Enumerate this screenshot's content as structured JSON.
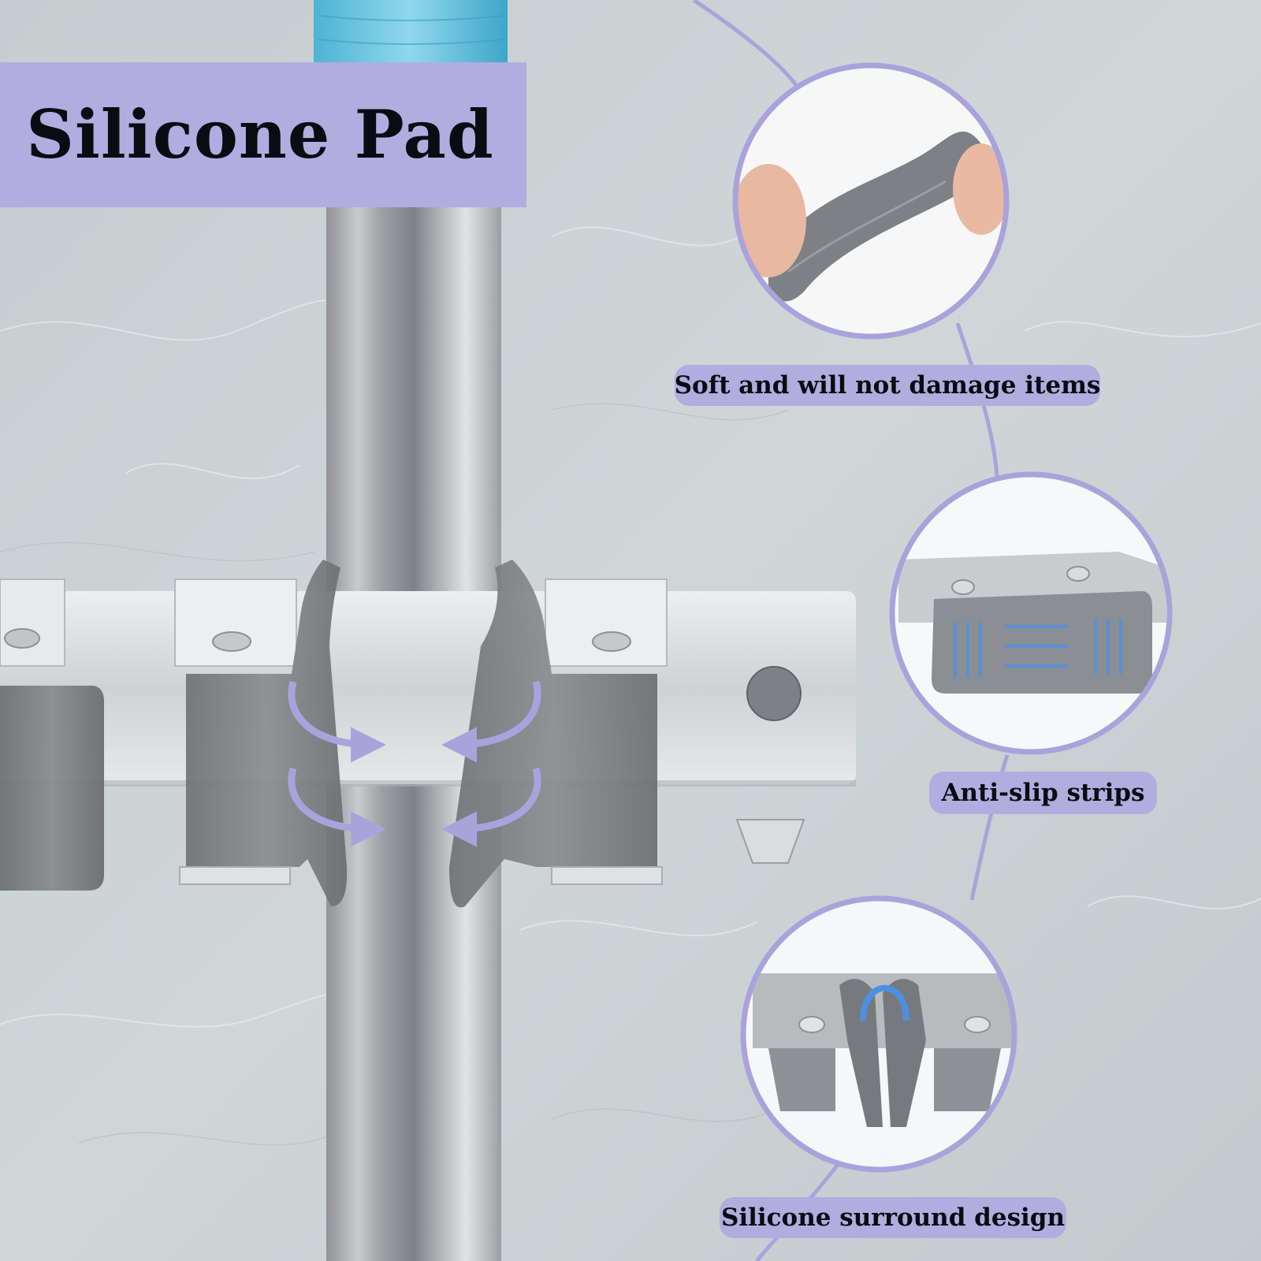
{
  "title": "Silicone Pad",
  "callouts": [
    "Soft and will not damage items",
    "Anti-slip strips",
    "Silicone surround design"
  ],
  "colors": {
    "accent": "#b1addf",
    "accent_line": "#a9a3dc",
    "text": "#0b0b12",
    "wall": "#c9d0d2",
    "pole": "#a9acaf",
    "mop_head": "#5fbfd9",
    "steel": "#d6d8da",
    "silicone": "#7b7d81",
    "strip_blue": "#5b8fd6"
  }
}
